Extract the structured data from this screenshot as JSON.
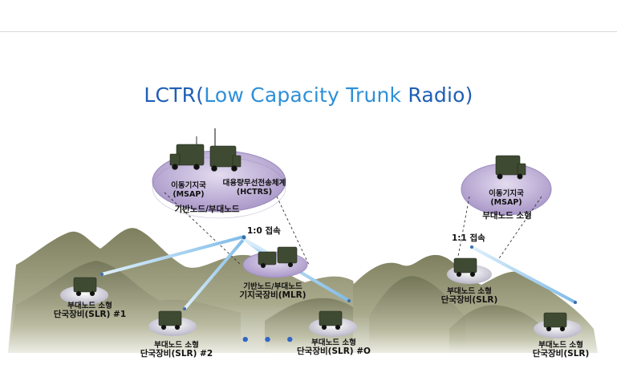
{
  "title": {
    "part1": "LCTR(",
    "part2": "Low Capacity Trunk",
    "part3": " Radio)"
  },
  "left_platform": {
    "msap_line1": "이동기지국",
    "msap_line2": "(MSAP)",
    "hctrs_line1": "대용량무선전송체계",
    "hctrs_line2": "(HCTRS)",
    "caption": "기반노드/부대노드"
  },
  "right_platform": {
    "msap_line1": "이동기지국",
    "msap_line2": "(MSAP)",
    "caption": "부대노드 소형"
  },
  "links": {
    "left_label": "1:0 접속",
    "right_label": "1:1 접속"
  },
  "center_node": {
    "line1": "기반노드/부대노드",
    "line2": "기지국장비(MLR)"
  },
  "slr_nodes": [
    {
      "line1": "부대노드 소형",
      "line2": "단국장비(SLR) #1"
    },
    {
      "line1": "부대노드 소형",
      "line2": "단국장비(SLR) #2"
    },
    {
      "line1": "부대노드 소형",
      "line2": "단국장비(SLR) #O"
    },
    {
      "line1": "부대노드 소형",
      "line2": "단국장비(SLR)"
    },
    {
      "line1": "부대노드 소형",
      "line2": "단국장비(SLR)"
    }
  ],
  "ellipsis": "• • •",
  "colors": {
    "title_dark": "#1f5fb5",
    "title_light": "#2e8fd8",
    "platform": "#c4b6dc",
    "link": "#8fc4ee",
    "mountain": "#8d8e6e"
  }
}
